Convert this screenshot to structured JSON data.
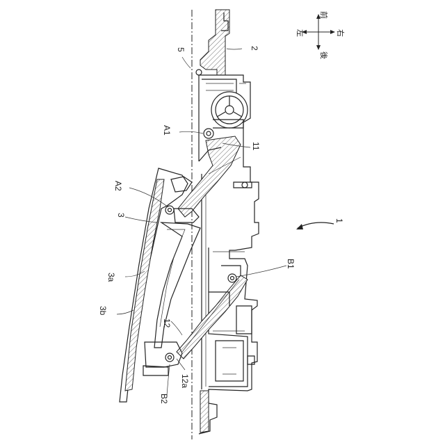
{
  "figure": {
    "direction_marks": {
      "front": "前",
      "right": "右",
      "rear": "後",
      "left": "左"
    },
    "labels": {
      "ref_1": "1",
      "ref_2": "2",
      "ref_3": "3",
      "ref_3a": "3a",
      "ref_3b": "3b",
      "ref_5": "5",
      "ref_11": "11",
      "ref_12": "12",
      "ref_12a": "12a",
      "ref_A1": "A1",
      "ref_A2": "A2",
      "ref_B1": "B1",
      "ref_B2": "B2"
    }
  }
}
